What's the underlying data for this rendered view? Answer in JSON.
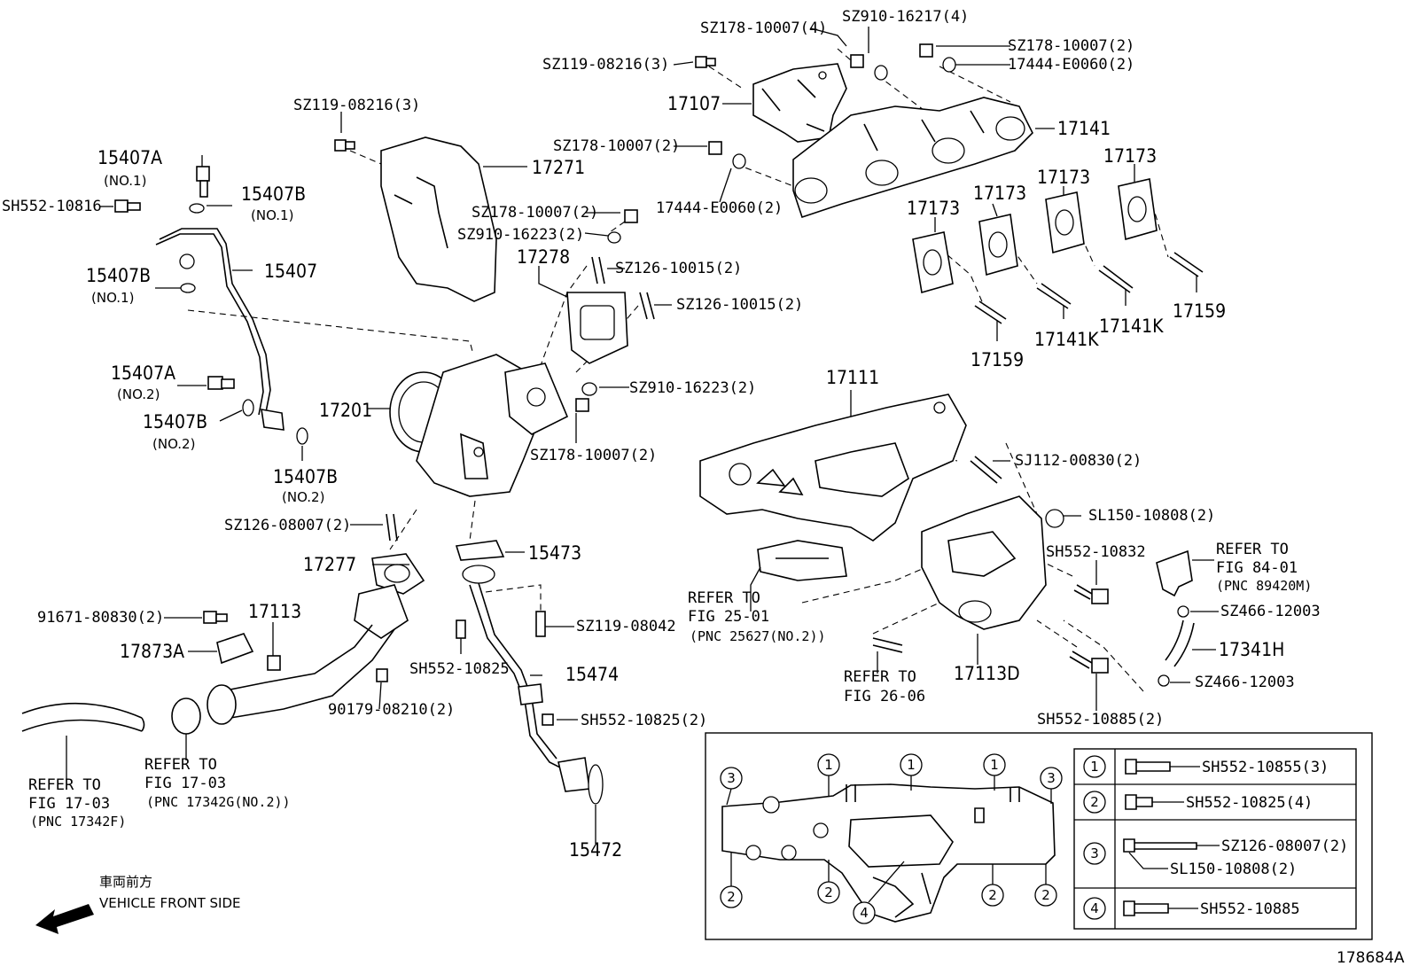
{
  "labels": {
    "sz178_10007_4": "SZ178-10007(4)",
    "sz910_16217_4": "SZ910-16217(4)",
    "sz178_10007_2_top": "SZ178-10007(2)",
    "e17444_e0060_2_top": "17444-E0060(2)",
    "sz119_08216_3_top": "SZ119-08216(3)",
    "p17107": "17107",
    "p17141": "17141",
    "sz119_08216_3_mid": "SZ119-08216(3)",
    "p17271": "17271",
    "sz178_10007_2_mid": "SZ178-10007(2)",
    "e17444_e0060_2_mid": "17444-E0060(2)",
    "p15407A_1": "15407A",
    "no1_a": "(NO.1)",
    "sh552_10816": "SH552-10816",
    "p15407B_1": "15407B",
    "no1_b": "(NO.1)",
    "sz178_10007_2_c": "SZ178-10007(2)",
    "sz910_16223_2_a": "SZ910-16223(2)",
    "p17278": "17278",
    "sz126_10015_2_a": "SZ126-10015(2)",
    "sz126_10015_2_b": "SZ126-10015(2)",
    "p15407": "15407",
    "p15407B_2": "15407B",
    "no1_c": "(NO.1)",
    "p17173_a": "17173",
    "p17173_b": "17173",
    "p17173_c": "17173",
    "p17173_d": "17173",
    "p17159_a": "17159",
    "p17141K_a": "17141K",
    "p17141K_b": "17141K",
    "p17159_b": "17159",
    "p15407A_2": "15407A",
    "no2_a": "(NO.2)",
    "p17201": "17201",
    "p15407B_3": "15407B",
    "no2_b": "(NO.2)",
    "sz910_16223_2_b": "SZ910-16223(2)",
    "sz178_10007_2_d": "SZ178-10007(2)",
    "p15407B_4": "15407B",
    "no2_c": "(NO.2)",
    "p17111": "17111",
    "sj112_00830_2": "SJ112-00830(2)",
    "sl150_10808_2": "SL150-10808(2)",
    "sz126_08007_2": "SZ126-08007(2)",
    "p17277": "17277",
    "p15473": "15473",
    "sh552_10832": "SH552-10832",
    "refer_to_a": "REFER TO",
    "fig_84_01": "FIG 84-01",
    "pnc_89420m": "(PNC 89420M)",
    "sz466_12003_a": "SZ466-12003",
    "p91671": "91671-80830(2)",
    "p17113": "17113",
    "sz119_08042": "SZ119-08042",
    "refer_to_b": "REFER TO",
    "fig_25_01": "FIG 25-01",
    "pnc_25627": "(PNC 25627(NO.2))",
    "p17341H": "17341H",
    "p17873A": "17873A",
    "sh552_10825_a": "SH552-10825",
    "p15474": "15474",
    "refer_to_c": "REFER TO",
    "fig_26_06": "FIG 26-06",
    "p17113D": "17113D",
    "sz466_12003_b": "SZ466-12003",
    "p90179": "90179-08210(2)",
    "sh552_10825_2": "SH552-10825(2)",
    "sh552_10885_2": "SH552-10885(2)",
    "refer_to_d": "REFER TO",
    "fig_17_03_d": "FIG 17-03",
    "pnc_17342g": "(PNC 17342G(NO.2))",
    "refer_to_e": "REFER TO",
    "fig_17_03_e": "FIG 17-03",
    "pnc_17342f": "(PNC 17342F)",
    "p15472": "15472",
    "vehicle_front_jp": "車両前方",
    "vehicle_front_en": "VEHICLE FRONT SIDE",
    "figure_id": "178684A"
  },
  "legend": {
    "rows": [
      {
        "num": "1",
        "parts": [
          "SH552-10855(3)"
        ]
      },
      {
        "num": "2",
        "parts": [
          "SH552-10825(4)"
        ]
      },
      {
        "num": "3",
        "parts": [
          "SZ126-08007(2)",
          "SL150-10808(2)"
        ]
      },
      {
        "num": "4",
        "parts": [
          "SH552-10885"
        ]
      }
    ]
  },
  "inset_markers": [
    "1",
    "2",
    "3",
    "4"
  ]
}
